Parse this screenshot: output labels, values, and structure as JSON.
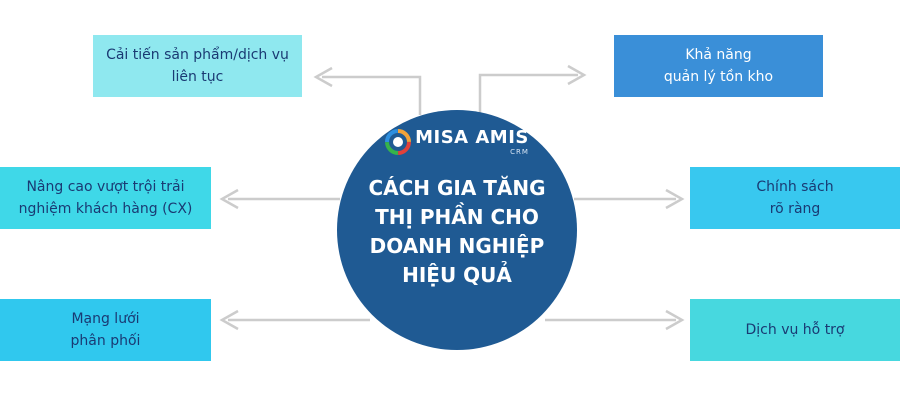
{
  "colors": {
    "hub": "#1f5a93",
    "connector": "#cccccc",
    "box_top_left": "#8fe8ef",
    "box_top_right": "#3a8fd8",
    "box_mid_left": "#3fd8e8",
    "box_mid_right": "#38c8ef",
    "box_bot_left": "#30c8ee",
    "box_bot_right": "#47d8df",
    "box_text": "#1a3a73"
  },
  "logo": {
    "icon": "misa-amis-logo-icon",
    "name": "MISA AMIS",
    "sub": "CRM"
  },
  "hub": {
    "lines": [
      "CÁCH GIA TĂNG",
      "THỊ PHẦN CHO",
      "DOANH NGHIỆP",
      "HIỆU QUẢ"
    ]
  },
  "nodes": {
    "top_left": {
      "lines": [
        "Cải tiến sản phẩm/dịch vụ",
        "liên tục"
      ]
    },
    "top_right": {
      "lines": [
        "Khả năng",
        "quản lý tồn kho"
      ]
    },
    "mid_left": {
      "lines": [
        "Nâng cao vượt trội trải",
        "nghiệm khách hàng (CX)"
      ]
    },
    "mid_right": {
      "lines": [
        "Chính sách",
        "rõ ràng"
      ]
    },
    "bot_left": {
      "lines": [
        "Mạng lưới",
        "phân phối"
      ]
    },
    "bot_right": {
      "lines": [
        "Dịch vụ hỗ trợ"
      ]
    }
  }
}
